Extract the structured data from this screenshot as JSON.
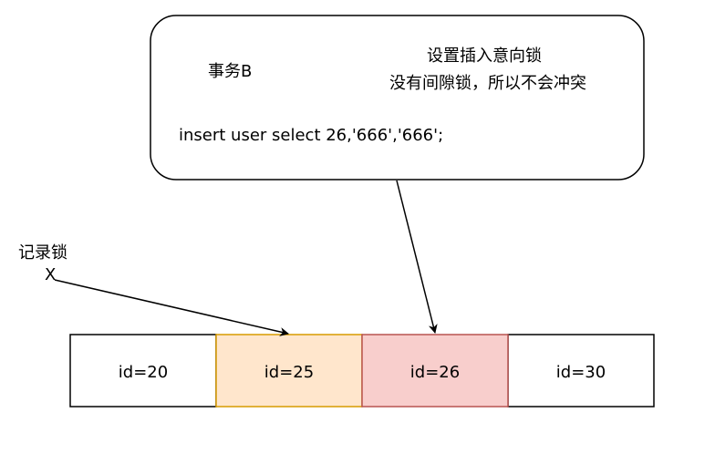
{
  "callout": {
    "title": "事务B",
    "note_line1": "设置插入意向锁",
    "note_line2": "没有间隙锁，所以不会冲突",
    "sql": "insert user select 26,'666','666';"
  },
  "record_lock": {
    "label": "记录锁",
    "marker": "X"
  },
  "cells": [
    {
      "label": "id=20",
      "fill": "#ffffff",
      "stroke": "#000000"
    },
    {
      "label": "id=25",
      "fill": "#ffe6cc",
      "stroke": "#d79b00"
    },
    {
      "label": "id=26",
      "fill": "#f8cecc",
      "stroke": "#b85450"
    },
    {
      "label": "id=30",
      "fill": "#ffffff",
      "stroke": "#000000"
    }
  ]
}
